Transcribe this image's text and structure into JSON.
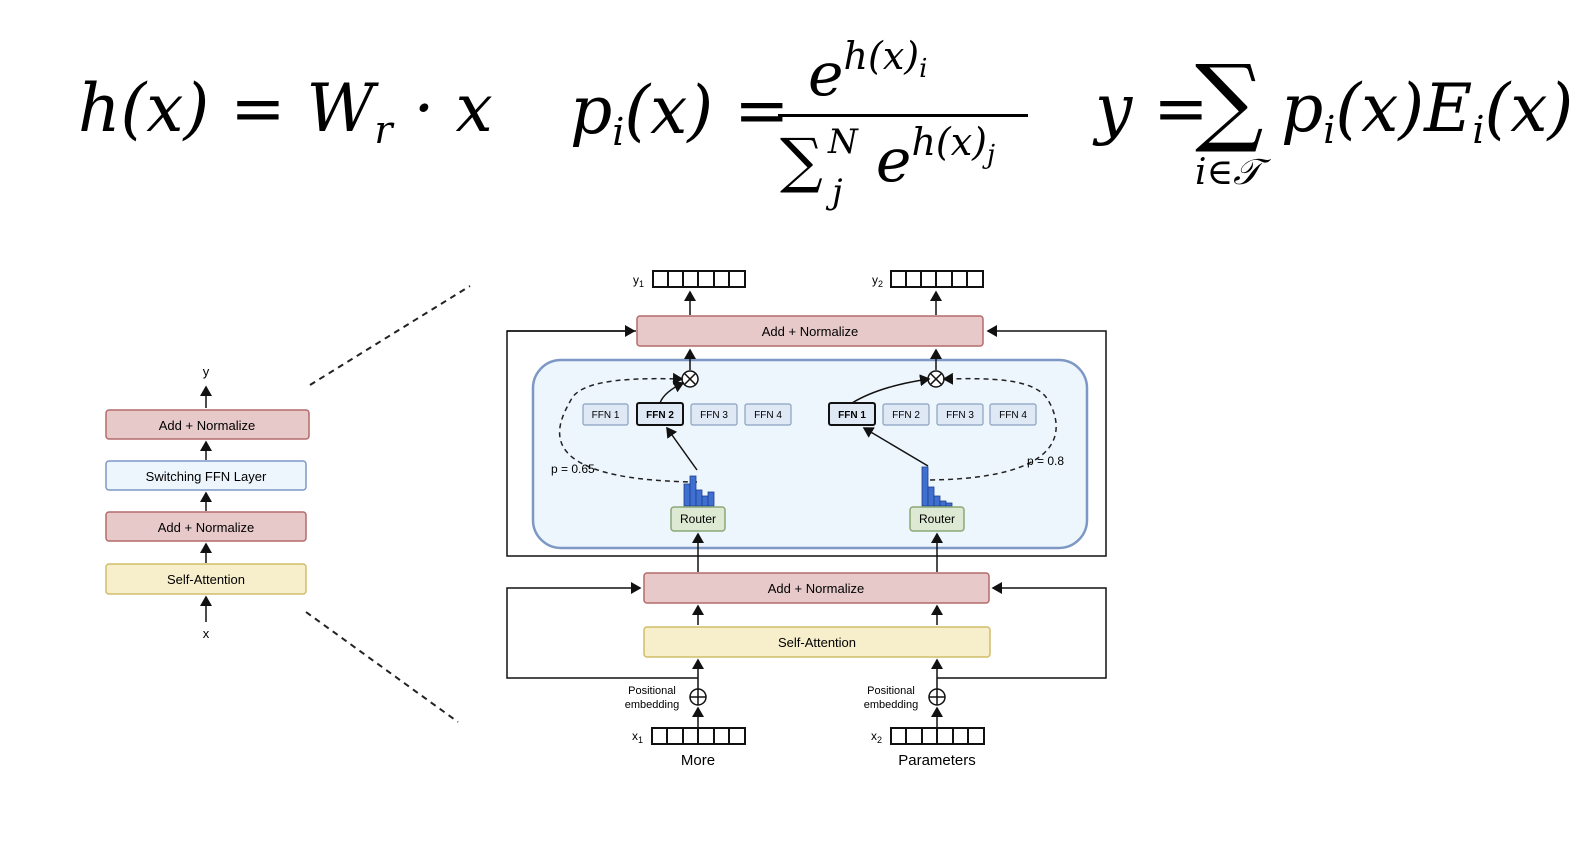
{
  "equations": {
    "router": {
      "lhs": "h(x)",
      "rhs": "W",
      "rhs_sub": "r",
      "rhs_tail": "· x"
    },
    "gate": {
      "lhs": "p",
      "lhs_sub": "i",
      "lhs_tail": "(x)",
      "num_base": "e",
      "num_sup": "h(x)",
      "num_sup_sub": "i",
      "den_sum": "∑",
      "den_sum_sub": "j",
      "den_sum_sup": "N",
      "den_base": "e",
      "den_sup": "h(x)",
      "den_sup_sub": "j"
    },
    "output": {
      "lhs": "y",
      "sum": "∑",
      "sum_sub": "i∈𝒯",
      "term": "p",
      "term_sub": "i",
      "term_mid": "(x)E",
      "term_sub2": "i",
      "term_tail": "(x)"
    }
  },
  "left_block": {
    "top_label": "y",
    "bottom_label": "x",
    "layers": [
      "Add + Normalize",
      "Switching FFN Layer",
      "Add + Normalize",
      "Self-Attention"
    ]
  },
  "right_block": {
    "outputs": {
      "y1": "y",
      "y1_sub": "1",
      "y2": "y",
      "y2_sub": "2"
    },
    "inputs": {
      "x1": "x",
      "x1_sub": "1",
      "x2": "x",
      "x2_sub": "2",
      "word1": "More",
      "word2": "Parameters"
    },
    "top_norm": "Add + Normalize",
    "bottom_norm": "Add + Normalize",
    "attention": "Self-Attention",
    "positional": "Positional",
    "embedding": "embedding",
    "router": "Router",
    "ffn_left": [
      "FFN 1",
      "FFN 2",
      "FFN 3",
      "FFN 4"
    ],
    "ffn_right": [
      "FFN 1",
      "FFN 2",
      "FFN 3",
      "FFN 4"
    ],
    "p_left": "p = 0.65",
    "p_right": "p = 0.8"
  },
  "colors": {
    "norm_fill": "#e8c9c9",
    "norm_stroke": "#b46b6b",
    "ffn_layer_fill": "#eef6fb",
    "ffn_layer_stroke": "#9bb5cc",
    "attn_fill": "#f7efcb",
    "attn_stroke": "#cfbd6a",
    "switch_fill": "#eef6fd",
    "switch_stroke": "#7d98c4",
    "router_fill": "#dde9d2",
    "router_stroke": "#8aa878",
    "ffn_fill": "#dfe8f5",
    "ffn_stroke": "#8aa0c0",
    "bar_fill": "#3f6fd1"
  }
}
